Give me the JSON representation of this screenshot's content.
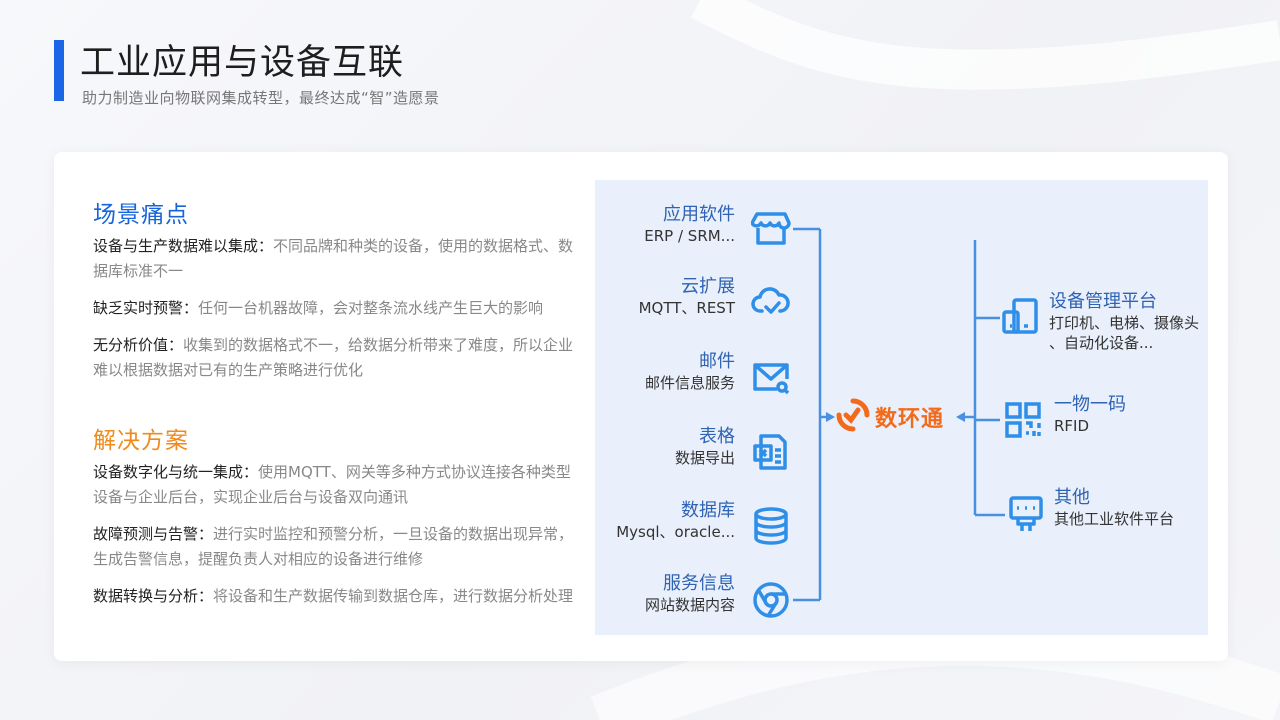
{
  "header": {
    "title": "工业应用与设备互联",
    "subtitle": "助力制造业向物联网集成转型，最终达成“智”造愿景"
  },
  "pain": {
    "title": "场景痛点",
    "items": [
      {
        "key": "设备与生产数据难以集成：",
        "text": "不同品牌和种类的设备，使用的数据格式、数据库标准不一"
      },
      {
        "key": "缺乏实时预警：",
        "text": "任何一台机器故障，会对整条流水线产生巨大的影响"
      },
      {
        "key": "无分析价值：",
        "text": "收集到的数据格式不一，给数据分析带来了难度，所以企业难以根据数据对已有的生产策略进行优化"
      }
    ]
  },
  "solution": {
    "title": "解决方案",
    "items": [
      {
        "key": "设备数字化与统一集成：",
        "text": "使用MQTT、网关等多种方式协议连接各种类型设备与企业后台，实现企业后台与设备双向通讯"
      },
      {
        "key": "故障预测与告警：",
        "text": "进行实时监控和预警分析，一旦设备的数据出现异常，生成告警信息，提醒负责人对相应的设备进行维修"
      },
      {
        "key": "数据转换与分析：",
        "text": "将设备和生产数据传输到数据仓库，进行数据分析处理"
      }
    ]
  },
  "diagram": {
    "hub": {
      "label": "数环通",
      "icon": "shuhuantong-logo-icon",
      "color": "#f26a1b"
    },
    "accent": "#4a90e2",
    "sources": [
      {
        "title": "应用软件",
        "sub": "ERP / SRM...",
        "icon": "store-icon"
      },
      {
        "title": "云扩展",
        "sub": "MQTT、REST",
        "icon": "cloud-check-icon"
      },
      {
        "title": "邮件",
        "sub": "邮件信息服务",
        "icon": "mail-search-icon"
      },
      {
        "title": "表格",
        "sub": "数据导出",
        "icon": "spreadsheet-icon"
      },
      {
        "title": "数据库",
        "sub": "Mysql、oracle...",
        "icon": "database-icon"
      },
      {
        "title": "服务信息",
        "sub": "网站数据内容",
        "icon": "browser-icon"
      }
    ],
    "targets": [
      {
        "title": "设备管理平台",
        "sub": "打印机、电梯、摄像头",
        "sub2": "、自动化设备...",
        "icon": "devices-icon"
      },
      {
        "title": "一物一码",
        "sub": "RFID",
        "icon": "qr-code-icon"
      },
      {
        "title": "其他",
        "sub": "其他工业软件平台",
        "icon": "plug-icon"
      }
    ]
  }
}
